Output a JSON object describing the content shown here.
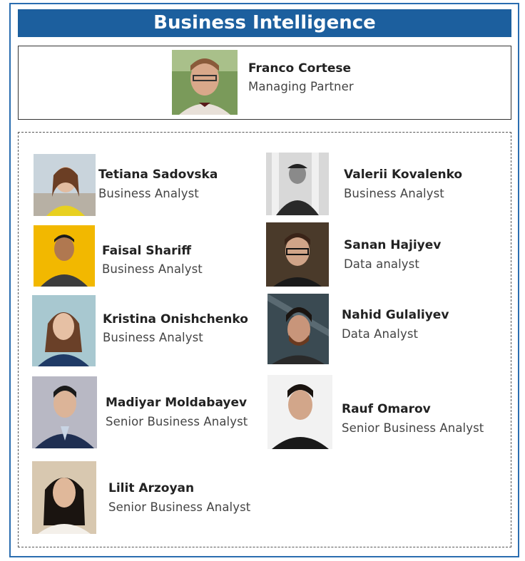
{
  "header": {
    "title": "Business Intelligence"
  },
  "lead": {
    "name": "Franco Cortese",
    "role": "Managing Partner"
  },
  "members": [
    {
      "name": "Tetiana Sadovska",
      "role": "Business Analyst"
    },
    {
      "name": "Valerii Kovalenko",
      "role": "Business Analyst"
    },
    {
      "name": "Faisal Shariff",
      "role": "Business Analyst"
    },
    {
      "name": "Sanan Hajiyev",
      "role": "Data analyst"
    },
    {
      "name": "Kristina Onishchenko",
      "role": "Business Analyst"
    },
    {
      "name": "Nahid Gulaliyev",
      "role": "Data Analyst"
    },
    {
      "name": "Madiyar Moldabayev",
      "role": "Senior Business Analyst"
    },
    {
      "name": "Rauf Omarov",
      "role": "Senior Business Analyst"
    },
    {
      "name": "Lilit Arzoyan",
      "role": "Senior Business Analyst"
    }
  ]
}
